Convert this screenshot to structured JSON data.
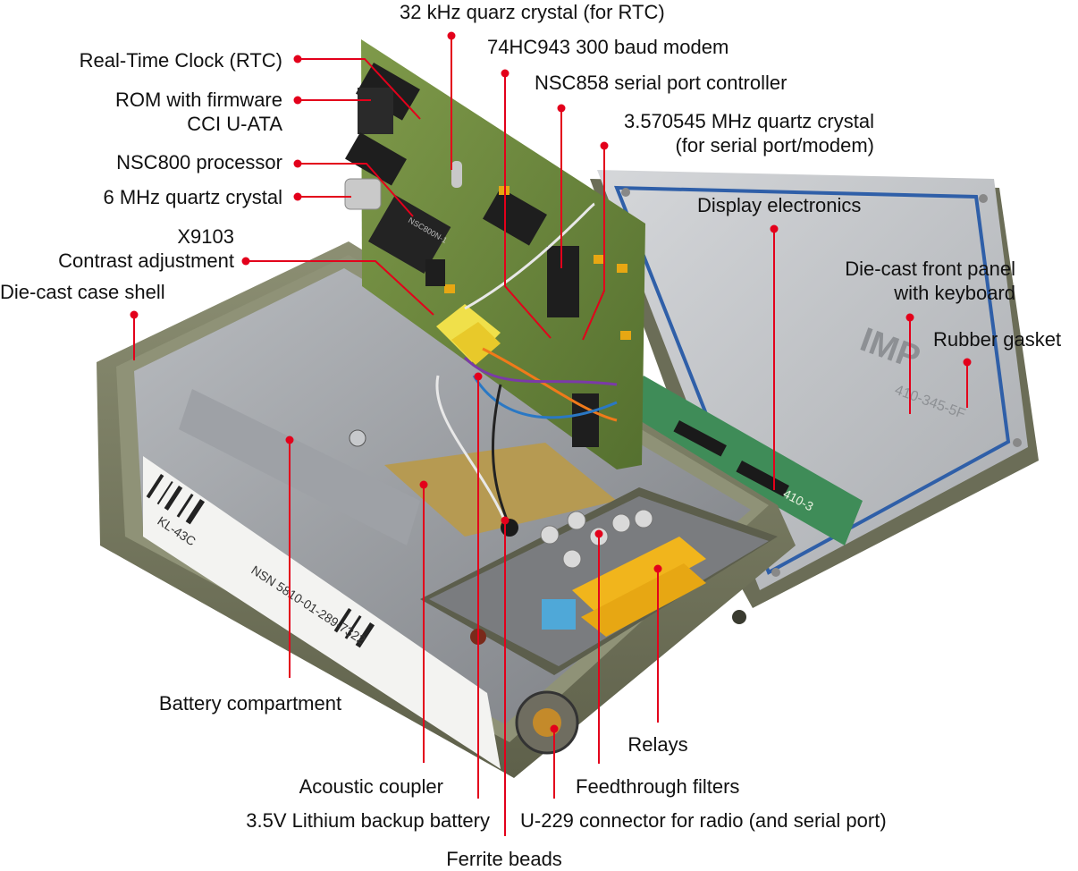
{
  "labels": {
    "quartz_32k": "32 kHz quarz crystal (for RTC)",
    "modem": "74HC943 300 baud modem",
    "serial_ctrl": "NSC858 serial port controller",
    "quartz_357": "3.570545 MHz quartz crystal",
    "quartz_357_sub": "(for serial port/modem)",
    "rtc": "Real-Time Clock (RTC)",
    "rom_1": "ROM with firmware",
    "rom_2": "CCI U-ATA",
    "cpu": "NSC800 processor",
    "quartz_6m": "6 MHz quartz crystal",
    "x9103_1": "X9103",
    "x9103_2": "Contrast adjustment",
    "case_shell": "Die-cast case shell",
    "display": "Display electronics",
    "front_panel_1": "Die-cast front panel",
    "front_panel_2": "with keyboard",
    "gasket": "Rubber gasket",
    "battery_comp": "Battery compartment",
    "relays": "Relays",
    "coupler": "Acoustic coupler",
    "feedthrough": "Feedthrough filters",
    "backup_battery": "3.5V Lithium backup battery",
    "connector": "U-229 connector for radio (and serial port)",
    "ferrite": "Ferrite beads"
  },
  "device_markings": {
    "panel_stamp": "IMP",
    "panel_part": "410-345-5F",
    "pcb_label": "410-3",
    "case_label_model": "KL-43C",
    "case_label_nsn": "NSN 5810-01-289-7322",
    "rom_chip": "NSC800N-1"
  },
  "colors": {
    "leader": "#e3001b",
    "case": "#7d7f64",
    "pcb": "#6f8a3e",
    "gasket": "#2f5fa8",
    "relay": "#f1b51c"
  }
}
